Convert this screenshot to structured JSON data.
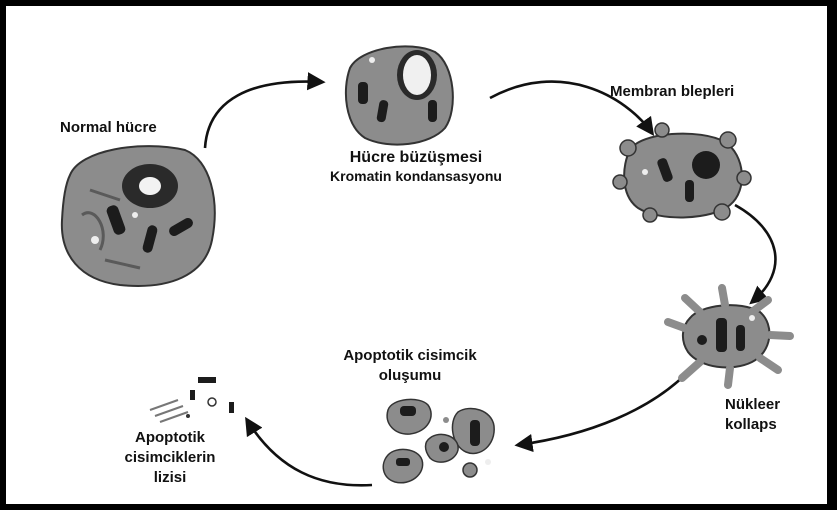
{
  "stages": {
    "normal": "Normal hücre",
    "shrink_1": "Hücre büzüşmesi",
    "shrink_2": "Kromatin kondansasyonu",
    "bleb": "Membran blepleri",
    "collapse_1": "Nükleer",
    "collapse_2": "kollaps",
    "body_1": "Apoptotik cisimcik",
    "body_2": "oluşumu",
    "lysis_1": "Apoptotik",
    "lysis_2": "cisimciklerin",
    "lysis_3": "lizisi"
  },
  "colors": {
    "cell_fill": "#8c8c8c",
    "cell_dark": "#3a3a3a",
    "nucleus": "#1c1c1c",
    "ink": "#111111"
  }
}
